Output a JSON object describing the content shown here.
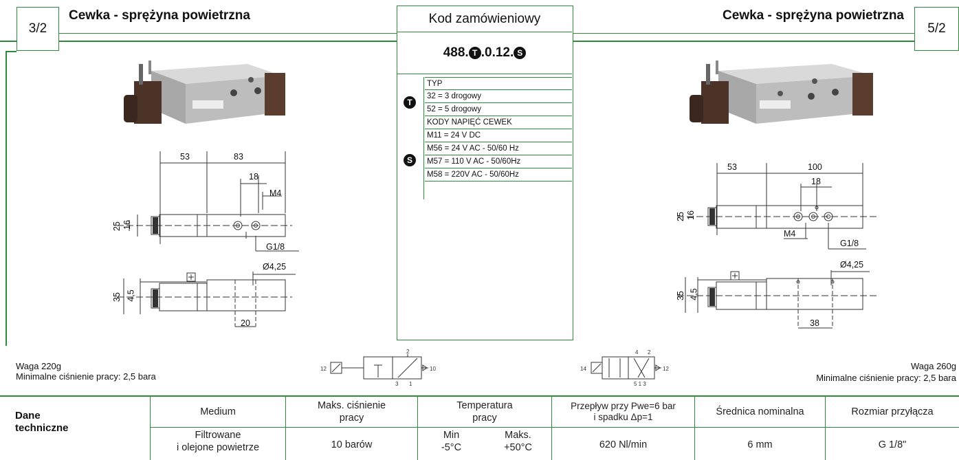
{
  "left": {
    "ways": "3/2",
    "title": "Cewka - sprężyna powietrzna",
    "dims": {
      "d53": "53",
      "d83": "83",
      "d18": "18",
      "m4": "M4",
      "d25": "25",
      "d16": "16",
      "g18": "G1/8",
      "phi": "Ø4,25",
      "d35": "35",
      "d45": "4,5",
      "d20": "20"
    },
    "weight": "Waga 220g",
    "min_pressure": "Minimalne ciśnienie pracy: 2,5 bara",
    "symbol_ports": {
      "p12": "12",
      "p10": "10",
      "p2": "2",
      "p3": "3",
      "p1": "1"
    }
  },
  "right": {
    "ways": "5/2",
    "title": "Cewka - sprężyna powietrzna",
    "dims": {
      "d53": "53",
      "d100": "100",
      "d18": "18",
      "d25": "25",
      "d16": "16",
      "m4": "M4",
      "g18": "G1/8",
      "phi": "Ø4,25",
      "d35": "35",
      "d45": "4,5",
      "d38": "38"
    },
    "weight": "Waga 260g",
    "min_pressure": "Minimalne ciśnienie pracy: 2,5 bara",
    "symbol_ports": {
      "p14": "14",
      "p12": "12",
      "p4": "4",
      "p2": "2",
      "p513": "5 1 3"
    }
  },
  "code": {
    "header": "Kod zamówieniowy",
    "code_prefix": "488.",
    "code_mid": ".0.12.",
    "sym_t": "T",
    "sym_s": "S",
    "typ_label": "TYP",
    "typ_rows": [
      "32 = 3 drogowy",
      "52 = 5 drogowy"
    ],
    "coil_label": "KODY NAPIĘĆ CEWEK",
    "coil_rows": [
      "M11 = 24 V DC",
      "M56 = 24 V AC - 50/60 Hz",
      "M57 = 110 V AC - 50/60Hz",
      "M58 = 220V AC - 50/60Hz"
    ]
  },
  "tech": {
    "label_line1": "Dane",
    "label_line2": "techniczne",
    "headers": {
      "medium": "Medium",
      "pressure_l1": "Maks. ciśnienie",
      "pressure_l2": "pracy",
      "temp_l1": "Temperatura",
      "temp_l2": "pracy",
      "flow_l1": "Przepływ przy Pwe=6 bar",
      "flow_l2": "i spadku Δp=1",
      "diameter": "Średnica nominalna",
      "port": "Rozmiar przyłącza"
    },
    "values": {
      "medium_l1": "Filtrowane",
      "medium_l2": "i olejone powietrze",
      "pressure": "10 barów",
      "tmin_l1": "Min",
      "tmin_l2": "-5°C",
      "tmax_l1": "Maks.",
      "tmax_l2": "+50°C",
      "flow": "620 Nl/min",
      "diameter": "6 mm",
      "port": "G 1/8\""
    }
  }
}
